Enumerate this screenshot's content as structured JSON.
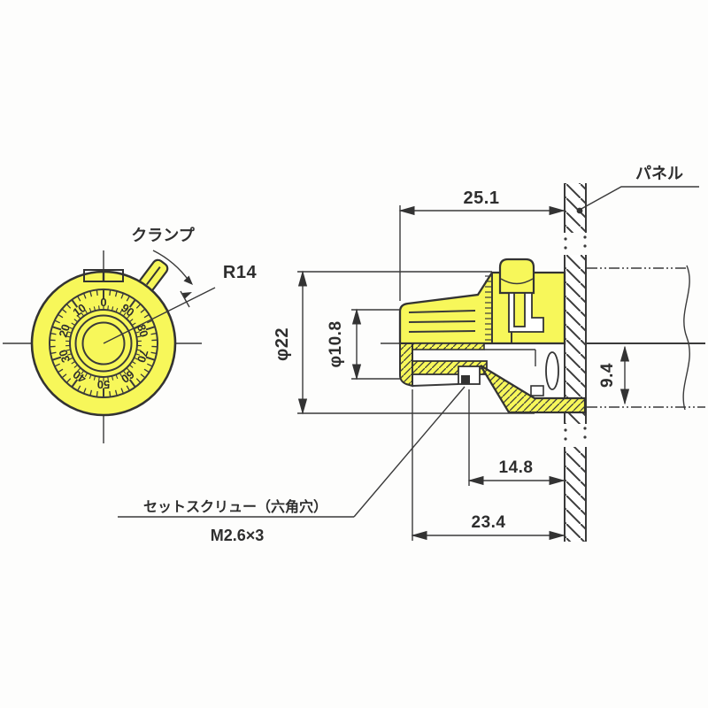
{
  "drawing": {
    "labels": {
      "clamp": "クランプ",
      "radius": "R14",
      "panel": "パネル",
      "set_screw_line1": "セットスクリュー（六角穴）",
      "set_screw_line2": "M2.6×3"
    },
    "dimensions": {
      "front_face_to_panel": "25.1",
      "knob_diameter": "φ22",
      "grip_diameter": "φ10.8",
      "behind_panel_height": "9.4",
      "set_screw_to_panel": "14.8",
      "sleeve_to_panel": "23.4"
    },
    "dial_scale_numbers": [
      "0",
      "10",
      "20",
      "30",
      "40",
      "50",
      "60",
      "70",
      "80",
      "90"
    ],
    "colors": {
      "knob_yellow": "#f7f75a",
      "line": "#3a3a3a",
      "background": "#fdfdfc"
    }
  }
}
